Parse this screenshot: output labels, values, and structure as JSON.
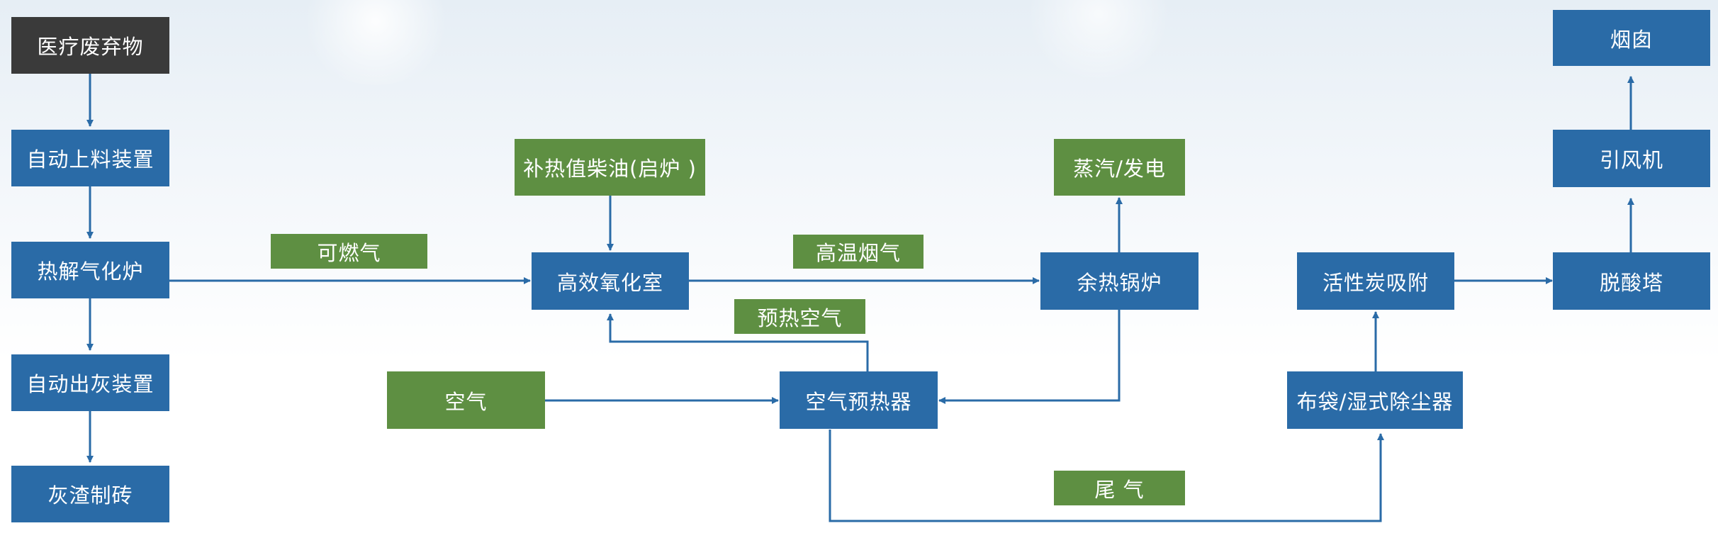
{
  "colors": {
    "process_node": "#2a6ba7",
    "input_output_node": "#5e8f42",
    "source_node": "#3a3a3a",
    "connector": "#2a6ba7"
  },
  "nodes": {
    "medical_waste": "医疗废弃物",
    "auto_feeder": "自动上料装置",
    "pyrolysis_furnace": "热解气化炉",
    "auto_ash_discharge": "自动出灰装置",
    "ash_bricks": "灰渣制砖",
    "combustible_gas": "可燃气",
    "diesel_supplement": "补热值柴油(启炉 )",
    "oxidation_chamber": "高效氧化室",
    "high_temp_flue_gas": "高温烟气",
    "preheated_air": "预热空气",
    "air": "空气",
    "air_preheater": "空气预热器",
    "steam_power": "蒸汽/发电",
    "waste_heat_boiler": "余热锅炉",
    "exhaust_gas": "尾 气",
    "activated_carbon": "活性炭吸附",
    "bag_wet_dust_collector": "布袋/湿式除尘器",
    "deacidification_tower": "脱酸塔",
    "induced_draft_fan": "引风机",
    "chimney": "烟囱"
  }
}
